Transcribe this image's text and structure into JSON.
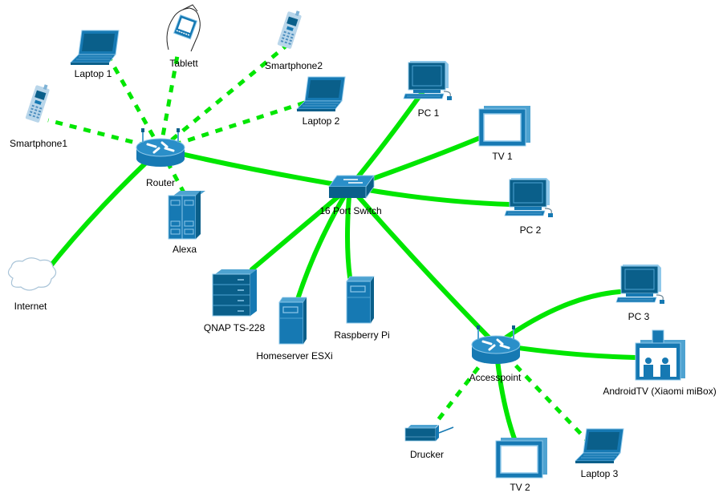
{
  "title": "Home network diagram",
  "colors": {
    "link": "#00e600",
    "device_dark": "#0a5f8a",
    "device_mid": "#1679b3",
    "device_light": "#8ec8ea",
    "cloud_stroke": "#a9c4d8",
    "background": "#ffffff"
  },
  "link_types": {
    "wired": "solid thick line",
    "wireless": "dashed line"
  },
  "nodes": {
    "router": {
      "label": "Router",
      "icon": "router-icon"
    },
    "switch": {
      "label": "16 Port Switch",
      "icon": "switch-icon"
    },
    "accesspoint": {
      "label": "Accesspoint",
      "icon": "wireless-router-icon"
    },
    "internet": {
      "label": "Internet",
      "icon": "cloud-icon"
    },
    "laptop1": {
      "label": "Laptop 1",
      "icon": "laptop-icon"
    },
    "tablett": {
      "label": "Tablett",
      "icon": "tablet-hand-icon"
    },
    "smartphone1": {
      "label": "Smartphone1",
      "icon": "smartphone-icon"
    },
    "smartphone2": {
      "label": "Smartphone2",
      "icon": "smartphone-icon"
    },
    "laptop2": {
      "label": "Laptop 2",
      "icon": "laptop-icon"
    },
    "alexa": {
      "label": "Alexa",
      "icon": "server-rack-icon"
    },
    "pc1": {
      "label": "PC 1",
      "icon": "pc-icon"
    },
    "tv1": {
      "label": "TV 1",
      "icon": "tv-icon"
    },
    "pc2": {
      "label": "PC 2",
      "icon": "pc-icon"
    },
    "qnap": {
      "label": "QNAP TS-228",
      "icon": "nas-icon"
    },
    "homeserver": {
      "label": "Homeserver ESXi",
      "icon": "tower-server-icon"
    },
    "raspberry": {
      "label": "Raspberry Pi",
      "icon": "tower-server-icon"
    },
    "pc3": {
      "label": "PC 3",
      "icon": "pc-icon"
    },
    "androidtv": {
      "label": "AndroidTV (Xiaomi miBox)",
      "icon": "media-box-icon"
    },
    "drucker": {
      "label": "Drucker",
      "icon": "printer-icon"
    },
    "tv2": {
      "label": "TV 2",
      "icon": "tv-icon"
    },
    "laptop3": {
      "label": "Laptop 3",
      "icon": "laptop-icon"
    }
  },
  "links": [
    {
      "from": "router",
      "to": "internet",
      "type": "wired"
    },
    {
      "from": "router",
      "to": "switch",
      "type": "wired"
    },
    {
      "from": "router",
      "to": "laptop1",
      "type": "wireless"
    },
    {
      "from": "router",
      "to": "tablett",
      "type": "wireless"
    },
    {
      "from": "router",
      "to": "smartphone1",
      "type": "wireless"
    },
    {
      "from": "router",
      "to": "smartphone2",
      "type": "wireless"
    },
    {
      "from": "router",
      "to": "laptop2",
      "type": "wireless"
    },
    {
      "from": "router",
      "to": "alexa",
      "type": "wireless"
    },
    {
      "from": "switch",
      "to": "pc1",
      "type": "wired"
    },
    {
      "from": "switch",
      "to": "tv1",
      "type": "wired"
    },
    {
      "from": "switch",
      "to": "pc2",
      "type": "wired"
    },
    {
      "from": "switch",
      "to": "qnap",
      "type": "wired"
    },
    {
      "from": "switch",
      "to": "homeserver",
      "type": "wired"
    },
    {
      "from": "switch",
      "to": "raspberry",
      "type": "wired"
    },
    {
      "from": "switch",
      "to": "accesspoint",
      "type": "wired"
    },
    {
      "from": "accesspoint",
      "to": "pc3",
      "type": "wired"
    },
    {
      "from": "accesspoint",
      "to": "androidtv",
      "type": "wired"
    },
    {
      "from": "accesspoint",
      "to": "tv2",
      "type": "wired"
    },
    {
      "from": "accesspoint",
      "to": "drucker",
      "type": "wireless"
    },
    {
      "from": "accesspoint",
      "to": "laptop3",
      "type": "wireless"
    }
  ]
}
